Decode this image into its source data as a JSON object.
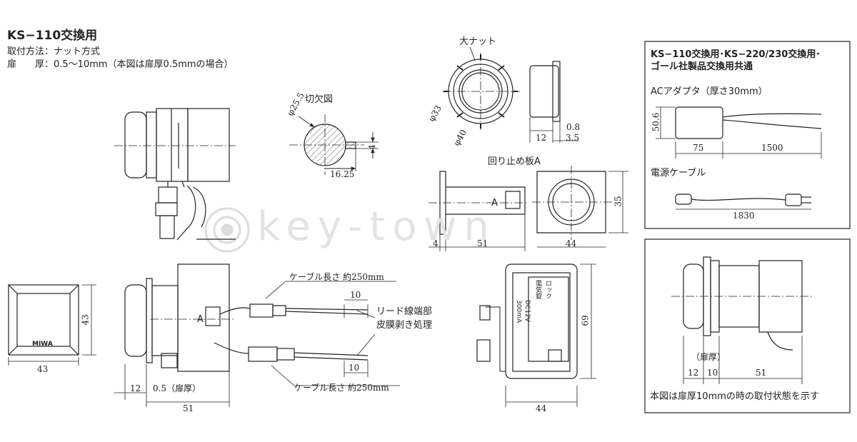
{
  "header": {
    "title": "KS−110交換用",
    "line1": "取付方法：ナット方式",
    "line2": "扉　　厚：0.5〜10mm（本図は扉厚0.5mmの場合）"
  },
  "labels": {
    "cutout": "切欠図",
    "big_nut": "大ナット",
    "stop_plate": "回り止め板A",
    "cable_top": "ケーブル長さ 約250mm",
    "cable_bottom": "ケーブル長さ 約250mm",
    "lead_1": "リード線端部",
    "lead_2": "皮膜剥き処理",
    "marker_a": "A",
    "marker_a2": "A",
    "door_thickness_1": "0.5（扉厚）",
    "door_thickness_2": "（扉厚）",
    "brand": "MIWA",
    "watermark": "key-town"
  },
  "dims": {
    "cut_dia": "φ25.5",
    "cut_w": "16.25",
    "cut_h": "4",
    "nut_in": "φ33",
    "nut_out": "φ40",
    "nut_d1": "12",
    "nut_d2": "0.8",
    "nut_d3": "3.5",
    "plate_4": "4",
    "plate_51": "51",
    "plate_44": "44",
    "plate_35": "35",
    "front_43w": "43",
    "front_43h": "43",
    "side_12": "12",
    "side_51": "51",
    "side_10a": "10",
    "side_10b": "10",
    "rear_44": "44",
    "rear_69": "69"
  },
  "right_panel": {
    "heading1": "KS−110交換用･KS−220/230交換用･",
    "heading2": "ゴール社製品交換用共通",
    "adapter": "ACアダプタ（厚さ30mm）",
    "adapter_h": "50.6",
    "adapter_w": "75",
    "adapter_cable": "1500",
    "power_cable": "電源ケーブル",
    "power_len": "1830",
    "door_label": "（扉厚）",
    "d12": "12",
    "d10": "10",
    "d51": "51",
    "note": "本図は扉厚10mmの時の取付状態を示す"
  },
  "rear_label": {
    "text1": "電気錠",
    "text2": "ロック",
    "text3": "DC12V",
    "text4": "300mA"
  }
}
